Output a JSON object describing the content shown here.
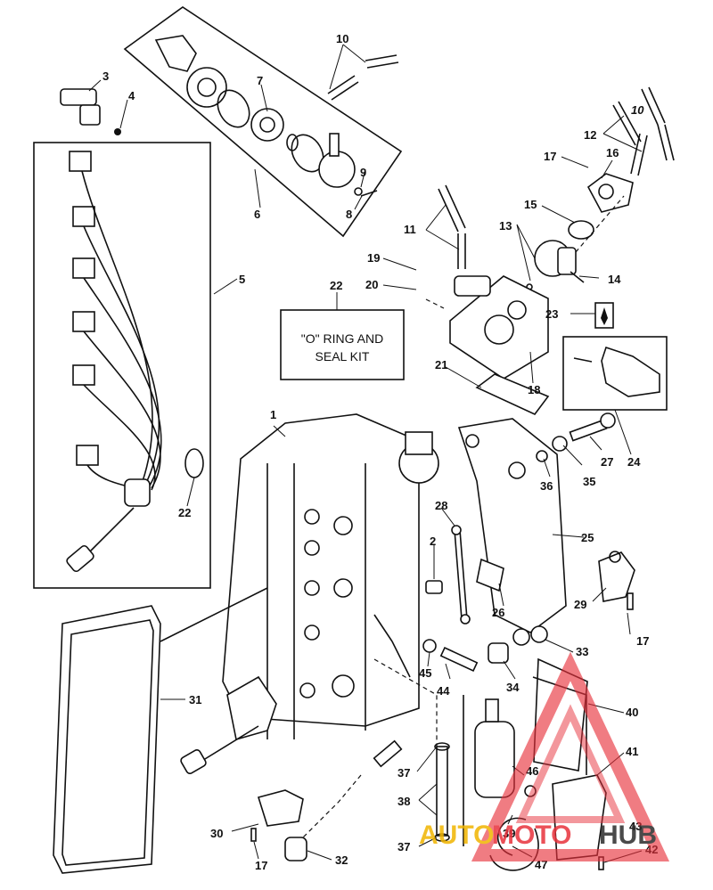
{
  "parts": [
    {
      "id": "p1",
      "n": "1"
    },
    {
      "id": "p2",
      "n": "2"
    },
    {
      "id": "p3",
      "n": "3"
    },
    {
      "id": "p4",
      "n": "4"
    },
    {
      "id": "p5",
      "n": "5"
    },
    {
      "id": "p6",
      "n": "6"
    },
    {
      "id": "p7",
      "n": "7"
    },
    {
      "id": "p8",
      "n": "8"
    },
    {
      "id": "p9",
      "n": "9"
    },
    {
      "id": "p10a",
      "n": "10"
    },
    {
      "id": "p10b",
      "n": "10"
    },
    {
      "id": "p11",
      "n": "11"
    },
    {
      "id": "p12",
      "n": "12"
    },
    {
      "id": "p13",
      "n": "13"
    },
    {
      "id": "p14",
      "n": "14"
    },
    {
      "id": "p15",
      "n": "15"
    },
    {
      "id": "p16",
      "n": "16"
    },
    {
      "id": "p17a",
      "n": "17"
    },
    {
      "id": "p17b",
      "n": "17"
    },
    {
      "id": "p17c",
      "n": "17"
    },
    {
      "id": "p18",
      "n": "18"
    },
    {
      "id": "p19",
      "n": "19"
    },
    {
      "id": "p20",
      "n": "20"
    },
    {
      "id": "p21",
      "n": "21"
    },
    {
      "id": "p22a",
      "n": "22"
    },
    {
      "id": "p22b",
      "n": "22"
    },
    {
      "id": "p23",
      "n": "23"
    },
    {
      "id": "p24",
      "n": "24"
    },
    {
      "id": "p25",
      "n": "25"
    },
    {
      "id": "p26",
      "n": "26"
    },
    {
      "id": "p27",
      "n": "27"
    },
    {
      "id": "p28",
      "n": "28"
    },
    {
      "id": "p29",
      "n": "29"
    },
    {
      "id": "p30",
      "n": "30"
    },
    {
      "id": "p31",
      "n": "31"
    },
    {
      "id": "p32",
      "n": "32"
    },
    {
      "id": "p33",
      "n": "33"
    },
    {
      "id": "p34",
      "n": "34"
    },
    {
      "id": "p35",
      "n": "35"
    },
    {
      "id": "p36",
      "n": "36"
    },
    {
      "id": "p37a",
      "n": "37"
    },
    {
      "id": "p37b",
      "n": "37"
    },
    {
      "id": "p38",
      "n": "38"
    },
    {
      "id": "p39",
      "n": "39"
    },
    {
      "id": "p40",
      "n": "40"
    },
    {
      "id": "p41",
      "n": "41"
    },
    {
      "id": "p42",
      "n": "42"
    },
    {
      "id": "p43",
      "n": "43"
    },
    {
      "id": "p44",
      "n": "44"
    },
    {
      "id": "p45",
      "n": "45"
    },
    {
      "id": "p46",
      "n": "46"
    },
    {
      "id": "p47",
      "n": "47"
    }
  ],
  "kit_box": {
    "line1": "\"O\" RING AND",
    "line2": "SEAL KIT"
  },
  "watermark": {
    "part1": "AUTO",
    "part2": "MOTO",
    "part3": "HUB"
  },
  "colors": {
    "ink": "#111111",
    "watermark_red": "#e8323c",
    "watermark_gold": "#f0b400",
    "watermark_dark": "#2b2b2b"
  }
}
